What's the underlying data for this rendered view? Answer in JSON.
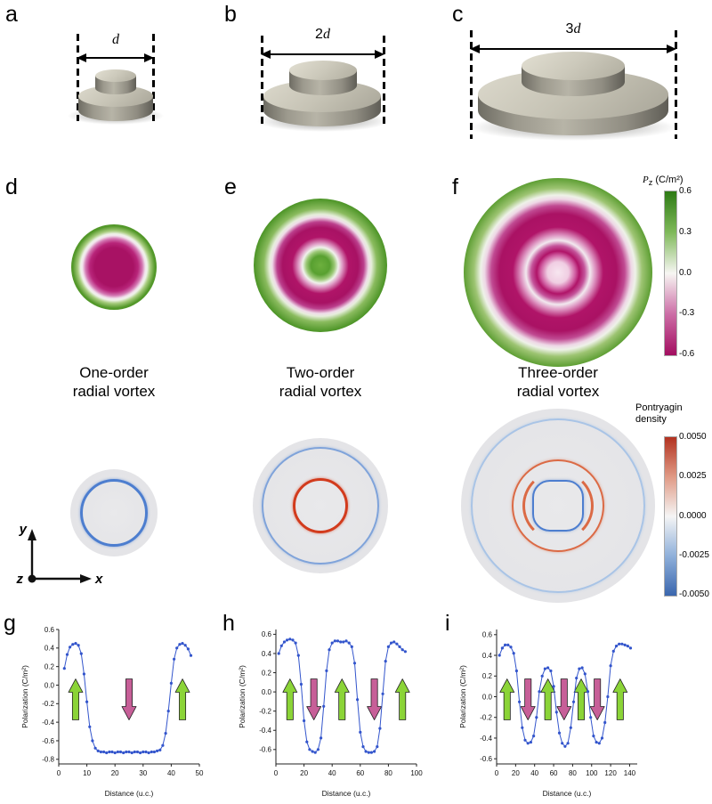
{
  "letters": {
    "a": "a",
    "b": "b",
    "c": "c",
    "d": "d",
    "e": "e",
    "f": "f",
    "g": "g",
    "h": "h",
    "i": "i"
  },
  "top_row": {
    "a": {
      "prefix": "",
      "symbol": "d"
    },
    "b": {
      "prefix": "2",
      "symbol": "d"
    },
    "c": {
      "prefix": "3",
      "symbol": "d"
    }
  },
  "captions": {
    "one": {
      "line1": "One-order",
      "line2": "radial vortex"
    },
    "two": {
      "line1": "Two-order",
      "line2": "radial vortex"
    },
    "three": {
      "line1": "Three-order",
      "line2": "radial vortex"
    }
  },
  "colorbars": {
    "pz": {
      "symbol": "P",
      "sub": "z",
      "units": " (C/m²)",
      "ticks": [
        "0.6",
        "0.3",
        "0.0",
        "-0.3",
        "-0.6"
      ],
      "gradient": [
        "#2d7a14",
        "#7fb95a",
        "#f7f6f3",
        "#cc6da6",
        "#a30e60"
      ]
    },
    "pontryagin": {
      "title_line1": "Pontryagin",
      "title_line2": "density",
      "ticks": [
        "0.0050",
        "0.0025",
        "0.0000",
        "-0.0025",
        "-0.0050"
      ],
      "gradient": [
        "#b23220",
        "#e09a85",
        "#f5f5f5",
        "#8fb0da",
        "#3a66ae"
      ]
    }
  },
  "axes_widget": {
    "x": "x",
    "y": "y",
    "z": "z"
  },
  "style": {
    "arrow_up": "#8bd437",
    "arrow_down": "#c75f98",
    "line_color": "#3355cc"
  },
  "chart_data": [
    {
      "id": "g",
      "type": "line",
      "xlabel": "Distance (u.c.)",
      "ylabel": "Polarization (C/m²)",
      "xlim": [
        0,
        50
      ],
      "ylim": [
        -0.85,
        0.6
      ],
      "xticks": [
        "0",
        "10",
        "20",
        "30",
        "40",
        "50"
      ],
      "yticks": [
        "0.6",
        "0.4",
        "0.2",
        "0.0",
        "-0.2",
        "-0.4",
        "-0.6",
        "-0.8"
      ],
      "arrows": [
        {
          "x": 6,
          "dir": "up"
        },
        {
          "x": 25,
          "dir": "down"
        },
        {
          "x": 44,
          "dir": "up"
        }
      ],
      "points": [
        [
          2,
          0.18
        ],
        [
          3,
          0.33
        ],
        [
          4,
          0.41
        ],
        [
          5,
          0.44
        ],
        [
          6,
          0.45
        ],
        [
          7,
          0.43
        ],
        [
          8,
          0.34
        ],
        [
          9,
          0.12
        ],
        [
          10,
          -0.18
        ],
        [
          11,
          -0.45
        ],
        [
          12,
          -0.6
        ],
        [
          13,
          -0.68
        ],
        [
          14,
          -0.71
        ],
        [
          15,
          -0.72
        ],
        [
          16,
          -0.72
        ],
        [
          17,
          -0.73
        ],
        [
          18,
          -0.72
        ],
        [
          19,
          -0.72
        ],
        [
          20,
          -0.73
        ],
        [
          21,
          -0.72
        ],
        [
          22,
          -0.72
        ],
        [
          23,
          -0.73
        ],
        [
          24,
          -0.72
        ],
        [
          25,
          -0.72
        ],
        [
          26,
          -0.73
        ],
        [
          27,
          -0.72
        ],
        [
          28,
          -0.72
        ],
        [
          29,
          -0.73
        ],
        [
          30,
          -0.72
        ],
        [
          31,
          -0.72
        ],
        [
          32,
          -0.73
        ],
        [
          33,
          -0.72
        ],
        [
          34,
          -0.72
        ],
        [
          35,
          -0.71
        ],
        [
          36,
          -0.7
        ],
        [
          37,
          -0.65
        ],
        [
          38,
          -0.52
        ],
        [
          39,
          -0.28
        ],
        [
          40,
          0.02
        ],
        [
          41,
          0.28
        ],
        [
          42,
          0.4
        ],
        [
          43,
          0.44
        ],
        [
          44,
          0.45
        ],
        [
          45,
          0.43
        ],
        [
          46,
          0.39
        ],
        [
          47,
          0.32
        ]
      ]
    },
    {
      "id": "h",
      "type": "line",
      "xlabel": "Distance (u.c.)",
      "ylabel": "Polarization (C/m²)",
      "xlim": [
        0,
        100
      ],
      "ylim": [
        -0.75,
        0.65
      ],
      "xticks": [
        "0",
        "20",
        "40",
        "60",
        "80",
        "100"
      ],
      "yticks": [
        "0.6",
        "0.4",
        "0.2",
        "0.0",
        "-0.2",
        "-0.4",
        "-0.6"
      ],
      "arrows": [
        {
          "x": 10,
          "dir": "up"
        },
        {
          "x": 27,
          "dir": "down"
        },
        {
          "x": 47,
          "dir": "up"
        },
        {
          "x": 70,
          "dir": "down"
        },
        {
          "x": 90,
          "dir": "up"
        }
      ],
      "points": [
        [
          2,
          0.4
        ],
        [
          4,
          0.48
        ],
        [
          6,
          0.52
        ],
        [
          8,
          0.54
        ],
        [
          10,
          0.55
        ],
        [
          12,
          0.54
        ],
        [
          14,
          0.51
        ],
        [
          16,
          0.38
        ],
        [
          18,
          0.08
        ],
        [
          20,
          -0.3
        ],
        [
          22,
          -0.52
        ],
        [
          24,
          -0.6
        ],
        [
          26,
          -0.62
        ],
        [
          28,
          -0.63
        ],
        [
          30,
          -0.6
        ],
        [
          32,
          -0.48
        ],
        [
          34,
          -0.15
        ],
        [
          36,
          0.22
        ],
        [
          38,
          0.44
        ],
        [
          40,
          0.51
        ],
        [
          42,
          0.53
        ],
        [
          44,
          0.53
        ],
        [
          46,
          0.52
        ],
        [
          48,
          0.52
        ],
        [
          50,
          0.53
        ],
        [
          52,
          0.51
        ],
        [
          54,
          0.47
        ],
        [
          56,
          0.3
        ],
        [
          58,
          -0.08
        ],
        [
          60,
          -0.42
        ],
        [
          62,
          -0.57
        ],
        [
          64,
          -0.62
        ],
        [
          66,
          -0.63
        ],
        [
          68,
          -0.63
        ],
        [
          70,
          -0.62
        ],
        [
          72,
          -0.57
        ],
        [
          74,
          -0.38
        ],
        [
          76,
          -0.02
        ],
        [
          78,
          0.32
        ],
        [
          80,
          0.47
        ],
        [
          82,
          0.51
        ],
        [
          84,
          0.52
        ],
        [
          86,
          0.5
        ],
        [
          88,
          0.47
        ],
        [
          90,
          0.44
        ],
        [
          92,
          0.42
        ]
      ]
    },
    {
      "id": "i",
      "type": "line",
      "xlabel": "Distance (u.c.)",
      "ylabel": "Polarization (C/m²)",
      "xlim": [
        0,
        148
      ],
      "ylim": [
        -0.65,
        0.65
      ],
      "xticks": [
        "0",
        "20",
        "40",
        "60",
        "80",
        "100",
        "120",
        "140"
      ],
      "yticks": [
        "0.6",
        "0.4",
        "0.2",
        "0.0",
        "-0.2",
        "-0.4",
        "-0.6"
      ],
      "arrows": [
        {
          "x": 11,
          "dir": "up"
        },
        {
          "x": 33,
          "dir": "down"
        },
        {
          "x": 54,
          "dir": "up"
        },
        {
          "x": 71,
          "dir": "down"
        },
        {
          "x": 89,
          "dir": "up"
        },
        {
          "x": 106,
          "dir": "down"
        },
        {
          "x": 130,
          "dir": "up"
        }
      ],
      "points": [
        [
          3,
          0.4
        ],
        [
          6,
          0.47
        ],
        [
          9,
          0.5
        ],
        [
          12,
          0.5
        ],
        [
          15,
          0.48
        ],
        [
          18,
          0.42
        ],
        [
          21,
          0.25
        ],
        [
          24,
          -0.05
        ],
        [
          27,
          -0.3
        ],
        [
          30,
          -0.42
        ],
        [
          33,
          -0.45
        ],
        [
          36,
          -0.44
        ],
        [
          39,
          -0.38
        ],
        [
          42,
          -0.2
        ],
        [
          45,
          0.05
        ],
        [
          48,
          0.2
        ],
        [
          51,
          0.27
        ],
        [
          54,
          0.28
        ],
        [
          57,
          0.25
        ],
        [
          60,
          0.1
        ],
        [
          63,
          -0.15
        ],
        [
          66,
          -0.35
        ],
        [
          69,
          -0.45
        ],
        [
          72,
          -0.48
        ],
        [
          75,
          -0.45
        ],
        [
          78,
          -0.3
        ],
        [
          81,
          -0.05
        ],
        [
          84,
          0.18
        ],
        [
          87,
          0.27
        ],
        [
          90,
          0.28
        ],
        [
          93,
          0.22
        ],
        [
          96,
          0.05
        ],
        [
          99,
          -0.2
        ],
        [
          102,
          -0.38
        ],
        [
          105,
          -0.44
        ],
        [
          108,
          -0.45
        ],
        [
          111,
          -0.4
        ],
        [
          114,
          -0.25
        ],
        [
          117,
          0.0
        ],
        [
          120,
          0.3
        ],
        [
          123,
          0.44
        ],
        [
          126,
          0.49
        ],
        [
          129,
          0.51
        ],
        [
          132,
          0.51
        ],
        [
          135,
          0.5
        ],
        [
          138,
          0.49
        ],
        [
          141,
          0.47
        ]
      ]
    }
  ]
}
